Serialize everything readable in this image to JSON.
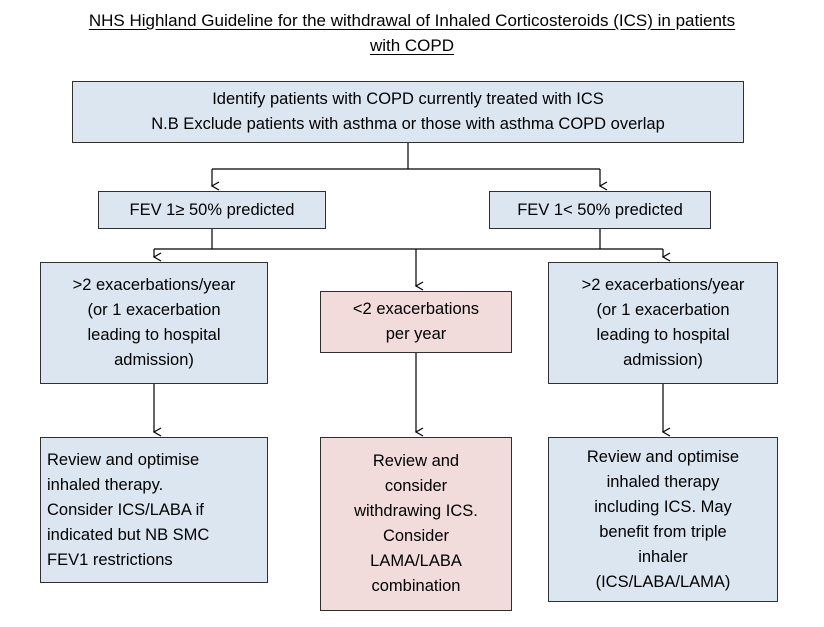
{
  "document": {
    "title_line_1": "NHS Highland Guideline for the withdrawal of Inhaled Corticosteroids (ICS) in patients",
    "title_line_2": "with COPD"
  },
  "colors": {
    "box_blue_fill": "#dce6f1",
    "box_pink_fill": "#f2dcdb",
    "box_border": "#30302f",
    "connector": "#000000",
    "background": "#ffffff",
    "text": "#000000"
  },
  "chart_data": {
    "type": "diagram",
    "diagram_kind": "flowchart",
    "title": "NHS Highland Guideline for the withdrawal of Inhaled Corticosteroids (ICS) in patients with COPD",
    "orientation": "top-down",
    "nodes": [
      {
        "id": "start",
        "label": "Identify patients with COPD currently treated with ICS\nN.B Exclude patients with asthma or those with asthma COPD overlap",
        "fill": "#dce6f1",
        "align": "center",
        "level": 0
      },
      {
        "id": "fev_high",
        "label": "FEV 1≥ 50% predicted",
        "fill": "#dce6f1",
        "align": "center",
        "level": 1
      },
      {
        "id": "fev_low",
        "label": "FEV 1< 50% predicted",
        "fill": "#dce6f1",
        "align": "center",
        "level": 1
      },
      {
        "id": "exac_left",
        "label": ">2 exacerbations/year\n(or 1 exacerbation\nleading to hospital\nadmission)",
        "fill": "#dce6f1",
        "align": "center",
        "level": 2
      },
      {
        "id": "exac_center",
        "label": "<2 exacerbations\nper year",
        "fill": "#f2dcdb",
        "align": "center",
        "level": 2
      },
      {
        "id": "exac_right",
        "label": ">2 exacerbations/year\n(or 1 exacerbation\nleading to hospital\nadmission)",
        "fill": "#dce6f1",
        "align": "center",
        "level": 2
      },
      {
        "id": "action_left",
        "label": "Review and optimise\ninhaled therapy.\nConsider ICS/LABA if\nindicated but NB SMC\nFEV1 restrictions",
        "fill": "#dce6f1",
        "align": "left",
        "level": 3
      },
      {
        "id": "action_center",
        "label": "Review and\nconsider\nwithdrawing ICS.\nConsider\nLAMA/LABA\ncombination",
        "fill": "#f2dcdb",
        "align": "center",
        "level": 3
      },
      {
        "id": "action_right",
        "label": "Review and optimise\ninhaled therapy\nincluding ICS. May\nbenefit from triple\ninhaler\n(ICS/LABA/LAMA)",
        "fill": "#dce6f1",
        "align": "center",
        "level": 3
      }
    ],
    "edges": [
      {
        "from": "start",
        "to": "fev_high",
        "style": "elbow-arrow"
      },
      {
        "from": "start",
        "to": "fev_low",
        "style": "elbow-arrow"
      },
      {
        "from": "fev_high",
        "to": "exac_left",
        "style": "elbow-arrow"
      },
      {
        "from": "fev_high",
        "to": "exac_center",
        "style": "elbow-arrow"
      },
      {
        "from": "fev_low",
        "to": "exac_center",
        "style": "elbow-arrow"
      },
      {
        "from": "fev_low",
        "to": "exac_right",
        "style": "elbow-arrow"
      },
      {
        "from": "exac_left",
        "to": "action_left",
        "style": "straight-arrow"
      },
      {
        "from": "exac_center",
        "to": "action_center",
        "style": "straight-arrow"
      },
      {
        "from": "exac_right",
        "to": "action_right",
        "style": "straight-arrow"
      }
    ]
  }
}
